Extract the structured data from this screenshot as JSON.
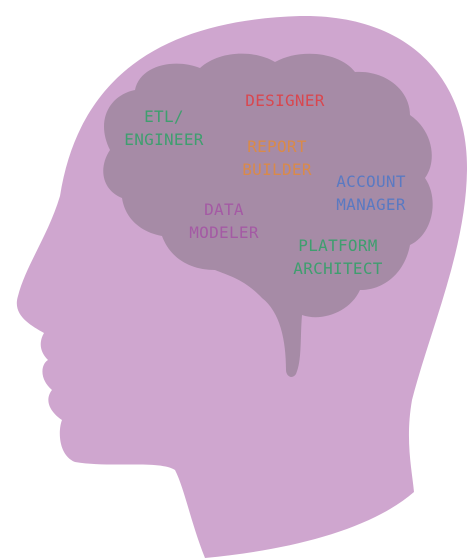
{
  "colors": {
    "head": "#cfa6cf",
    "brain": "#a68ba6",
    "etl": "#3f9e6f",
    "designer": "#d9474f",
    "report": "#d98a4a",
    "account": "#5a79c2",
    "data": "#a45aa4",
    "platform": "#3f9e6f"
  },
  "roles": [
    {
      "lines": [
        "ETL/",
        "ENGINEER"
      ]
    },
    {
      "lines": [
        "DESIGNER"
      ]
    },
    {
      "lines": [
        "REPORT",
        "BUILDER"
      ]
    },
    {
      "lines": [
        "ACCOUNT",
        "MANAGER"
      ]
    },
    {
      "lines": [
        "DATA",
        "MODELER"
      ]
    },
    {
      "lines": [
        "PLATFORM",
        "ARCHITECT"
      ]
    }
  ]
}
